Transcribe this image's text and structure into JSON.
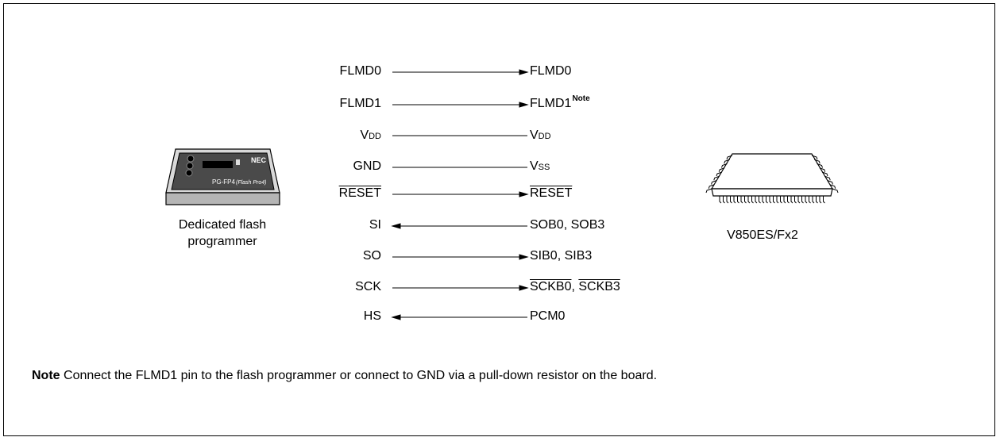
{
  "programmer": {
    "caption_line1": "Dedicated flash",
    "caption_line2": "programmer",
    "brand": "NEC",
    "model": "PG-FP4",
    "model_sub": "(Flash Pro4)"
  },
  "device": {
    "caption": "V850ES/Fx2"
  },
  "connections": [
    {
      "left": "FLMD0",
      "right": "FLMD0",
      "arrow": "right"
    },
    {
      "left": "FLMD1",
      "right": "FLMD1",
      "right_sup": "Note",
      "arrow": "right"
    },
    {
      "left_main": "V",
      "left_sub": "DD",
      "right_main": "V",
      "right_sub": "DD",
      "arrow": "none"
    },
    {
      "left": "GND",
      "right_main": "V",
      "right_sub": "SS",
      "arrow": "none"
    },
    {
      "left": "RESET",
      "right": "RESET",
      "arrow": "right",
      "overline": true
    },
    {
      "left": "SI",
      "right": "SOB0, SOB3",
      "arrow": "left"
    },
    {
      "left": "SO",
      "right": "SIB0, SIB3",
      "arrow": "right"
    },
    {
      "left": "SCK",
      "right_a": "SCKB0",
      "right_sep": ", ",
      "right_b": "SCKB3",
      "arrow": "right"
    },
    {
      "left": "HS",
      "right": "PCM0",
      "arrow": "left"
    }
  ],
  "note": {
    "label": "Note",
    "text": " Connect the FLMD1 pin to the flash programmer or connect to GND via a pull-down resistor on the board."
  },
  "colors": {
    "line": "#000000",
    "programmer_body": "#d9d9d9",
    "programmer_panel": "#4a4a4a",
    "chip_body": "#ffffff"
  }
}
